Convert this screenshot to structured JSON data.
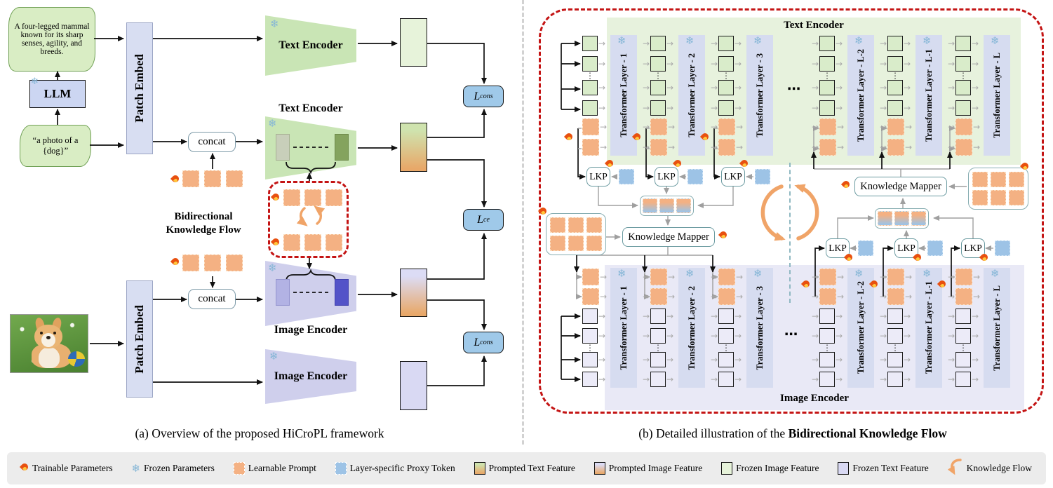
{
  "panel_a": {
    "caption": "(a) Overview of the proposed HiCroPL framework",
    "llm_box": "LLM",
    "llm_output": "A four-legged mammal known for its sharp senses, agility, and breeds.",
    "prompt_template": "“a photo of a {dog}”",
    "patch_embed": "Patch Embed",
    "text_encoder": "Text Encoder",
    "image_encoder": "Image Encoder",
    "concat": "concat",
    "bkf_line1": "Bidirectional",
    "bkf_line2": "Knowledge Flow",
    "loss_letter": "L",
    "loss_cons_sub": "cons",
    "loss_ce_sub": "ce"
  },
  "panel_b": {
    "caption_prefix": "(b) Detailed illustration of the ",
    "caption_bold": "Bidirectional Knowledge Flow",
    "text_encoder_title": "Text Encoder",
    "image_encoder_title": "Image Encoder",
    "lkp": "LKP",
    "knowledge_mapper": "Knowledge Mapper",
    "transformer_layers": [
      "Transformer Layer - 1",
      "Transformer Layer - 2",
      "Transformer Layer - 3",
      "Transformer Layer - L-2",
      "Transformer Layer - L-1",
      "Transformer Layer - L"
    ],
    "ellipsis": "⋯",
    "vdots": "⋮"
  },
  "icons": {
    "frozen_glyph": "❄",
    "arrow_right_glyph": "→"
  },
  "colors": {
    "learnable_prompt": "#f4b183",
    "proxy_token": "#9dc3e6",
    "frozen_image_feature": "#e7f3da",
    "frozen_text_feature": "#d9d9f3",
    "prompted_text_top": "#cfe3ae",
    "prompted_image_top": "#dcdcf5",
    "prompted_bottom": "#e8a869",
    "loss_box": "#9fc9e9",
    "text_encoder_fill": "#c9e5b5",
    "image_encoder_fill": "#cfcfec",
    "panel_b_text_bg": "#e7f2dd",
    "panel_b_image_bg": "#e9e9f6",
    "knowledge_flow_orange": "#f0a468",
    "red_dashed_border": "#c41414"
  },
  "legend": {
    "items": [
      {
        "icon": "flame-icon",
        "label": "Trainable Parameters"
      },
      {
        "icon": "snowflake-icon",
        "label": "Frozen Parameters"
      },
      {
        "icon": "learnable-prompt-swatch",
        "label": "Learnable Prompt"
      },
      {
        "icon": "proxy-token-swatch",
        "label": "Layer-specific Proxy Token"
      },
      {
        "icon": "prompted-text-swatch",
        "label": "Prompted Text Feature"
      },
      {
        "icon": "prompted-image-swatch",
        "label": "Prompted Image Feature"
      },
      {
        "icon": "frozen-image-swatch",
        "label": "Frozen Image Feature"
      },
      {
        "icon": "frozen-text-swatch",
        "label": "Frozen Text Feature"
      },
      {
        "icon": "knowledge-flow-arrow-icon",
        "label": "Knowledge Flow"
      }
    ]
  }
}
